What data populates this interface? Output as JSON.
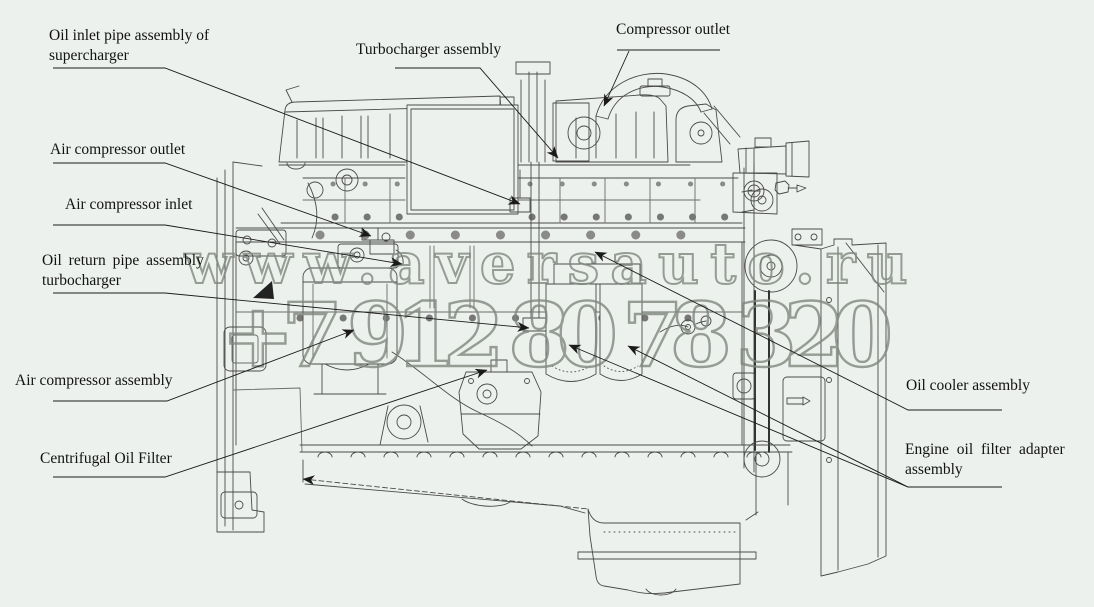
{
  "canvas": {
    "background": "#edf1ed",
    "line_color": "#4a4a4a",
    "leader_color": "#1a1a1a"
  },
  "watermark": {
    "line1": "www.aversauto.ru",
    "line2": "+7 912 80 78 320",
    "color": "#7f877f"
  },
  "labels": [
    {
      "id": "oil-inlet-pipe-supercharger",
      "text": "Oil inlet pipe assembly of\nsupercharger"
    },
    {
      "id": "turbocharger-assembly",
      "text": "Turbocharger assembly"
    },
    {
      "id": "compressor-outlet",
      "text": "Compressor outlet"
    },
    {
      "id": "air-compressor-outlet",
      "text": "Air compressor outlet"
    },
    {
      "id": "air-compressor-inlet",
      "text": "Air compressor inlet"
    },
    {
      "id": "oil-return-pipe-turbocharger",
      "text": "Oil return pipe assembly\nturbocharger"
    },
    {
      "id": "air-compressor-assembly",
      "text": "Air compressor assembly"
    },
    {
      "id": "centrifugal-oil-filter",
      "text": "Centrifugal Oil Filter"
    },
    {
      "id": "oil-cooler-assembly",
      "text": "Oil cooler assembly"
    },
    {
      "id": "engine-oil-filter-adapter",
      "text": "Engine oil filter adapter\nassembly"
    }
  ]
}
